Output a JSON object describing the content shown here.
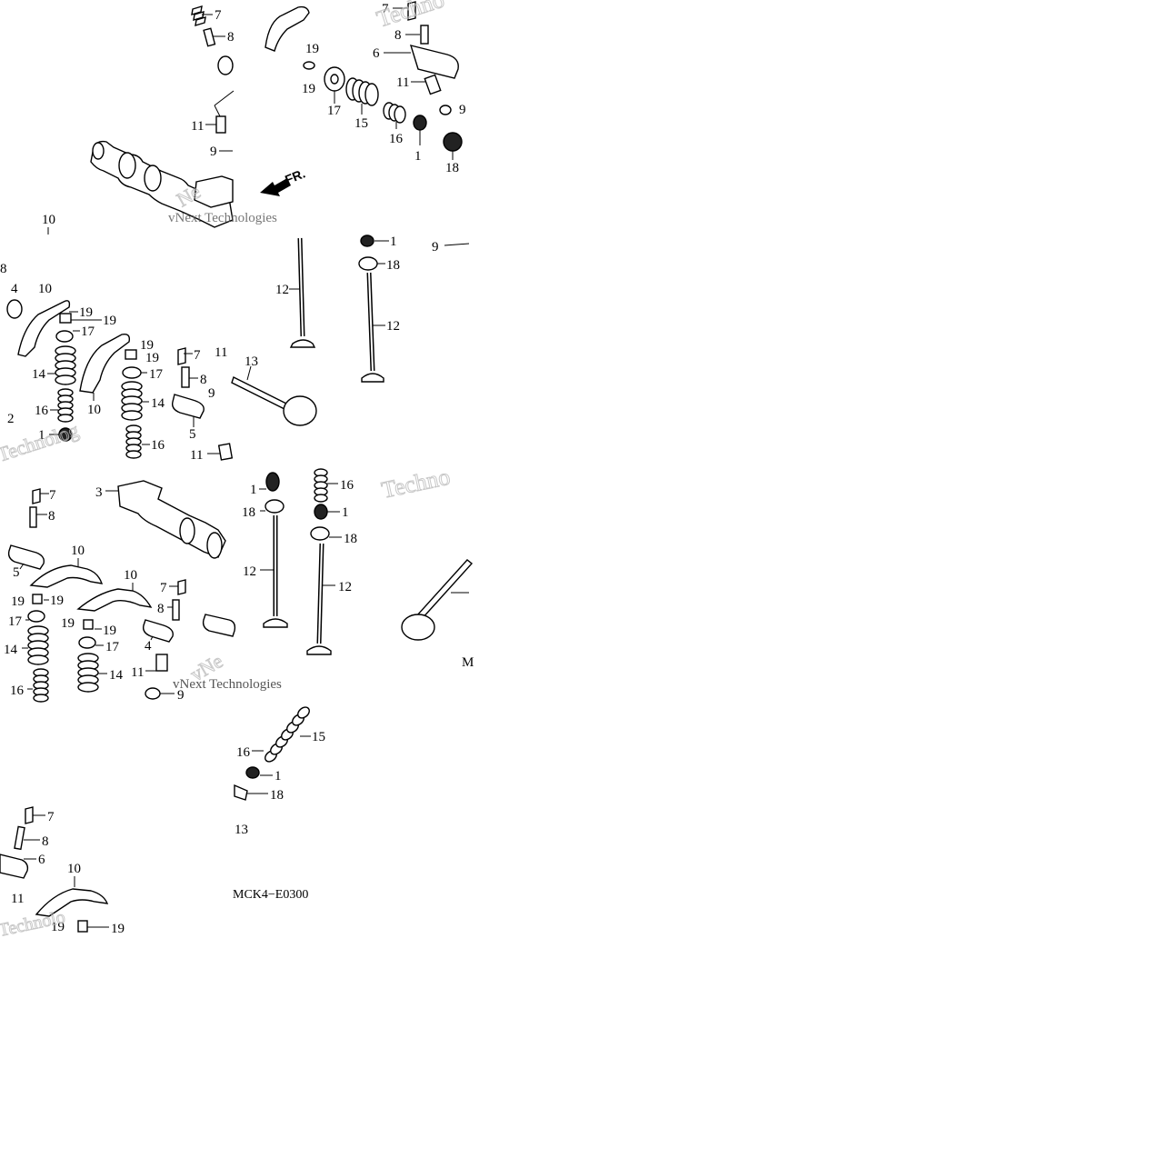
{
  "diagram": {
    "code": "MCK4−E0300",
    "front_marker": "FR.",
    "watermark": "vNext Technologies",
    "labels": {
      "tile_a": [
        "7",
        "8",
        "11",
        "9",
        "10"
      ],
      "tile_b": [
        "7",
        "8",
        "6",
        "19",
        "19",
        "17",
        "15",
        "11",
        "16",
        "1",
        "18",
        "9"
      ],
      "tile_c": [
        "8",
        "4",
        "10",
        "19",
        "19",
        "17",
        "14",
        "16",
        "2",
        "1",
        "19",
        "19",
        "7",
        "17",
        "8",
        "14",
        "10",
        "9",
        "5",
        "11",
        "16"
      ],
      "tile_d": [
        "1",
        "18",
        "12",
        "12",
        "13",
        "9"
      ],
      "tile_e": [
        "7",
        "3",
        "8",
        "10",
        "10",
        "5",
        "19",
        "19",
        "7",
        "8",
        "17",
        "19",
        "19",
        "4",
        "17",
        "14",
        "14",
        "11",
        "16",
        "9"
      ],
      "tile_f": [
        "1",
        "16",
        "18",
        "1",
        "18",
        "12",
        "12"
      ],
      "tile_g": [
        "15",
        "16",
        "1",
        "18",
        "13"
      ],
      "tile_h": [
        "7",
        "8",
        "6",
        "10",
        "11",
        "19",
        "19"
      ],
      "tile_i": [
        "M"
      ]
    }
  }
}
